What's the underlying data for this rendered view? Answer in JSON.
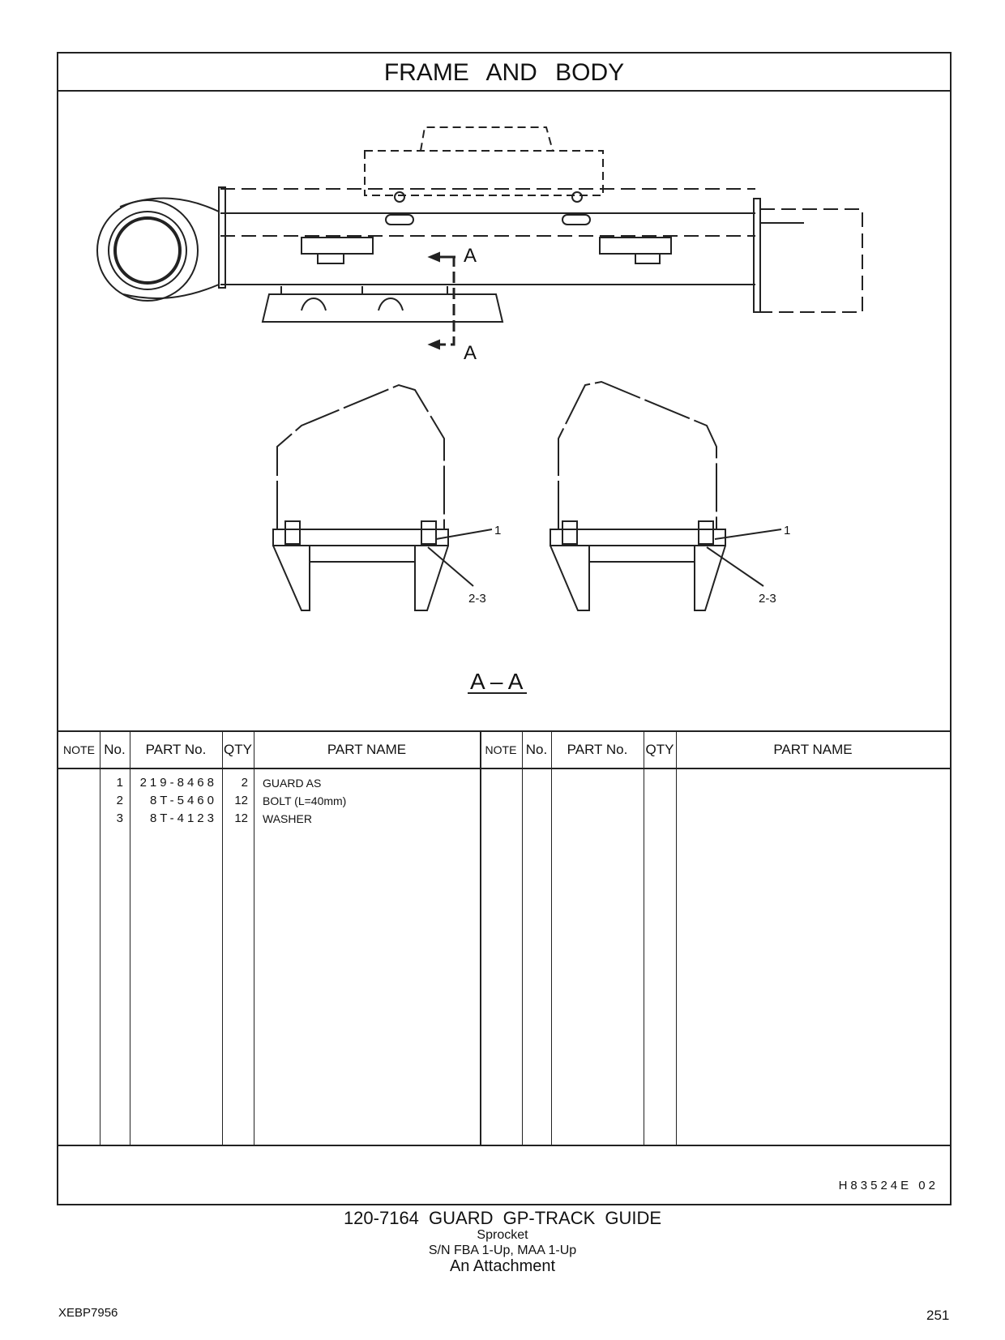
{
  "page_title": "FRAME AND BODY",
  "drawing_labels": {
    "section_top": "A",
    "section_bottom": "A",
    "section_title": "A – A",
    "callout_left_1": "1",
    "callout_left_23": "2-3",
    "callout_right_1": "1",
    "callout_right_23": "2-3"
  },
  "table": {
    "headers": {
      "note": "NOTE",
      "no": "No.",
      "part_no": "PART No.",
      "qty": "QTY",
      "part_name": "PART NAME"
    },
    "rows": [
      {
        "no": "1",
        "part_no": "219-8468",
        "qty": "2",
        "name": "GUARD AS"
      },
      {
        "no": "2",
        "part_no": "8T-5460",
        "qty": "12",
        "name": "BOLT (L=40mm)"
      },
      {
        "no": "3",
        "part_no": "8T-4123",
        "qty": "12",
        "name": "WASHER"
      }
    ]
  },
  "drawing_number": "H83524E  02",
  "caption": {
    "line1": "120-7164 GUARD GP-TRACK GUIDE",
    "line2": "Sprocket",
    "line3": "S/N FBA 1-Up, MAA 1-Up",
    "line4": "An Attachment"
  },
  "footer": {
    "doc_id": "XEBP7956",
    "page_number": "251"
  }
}
